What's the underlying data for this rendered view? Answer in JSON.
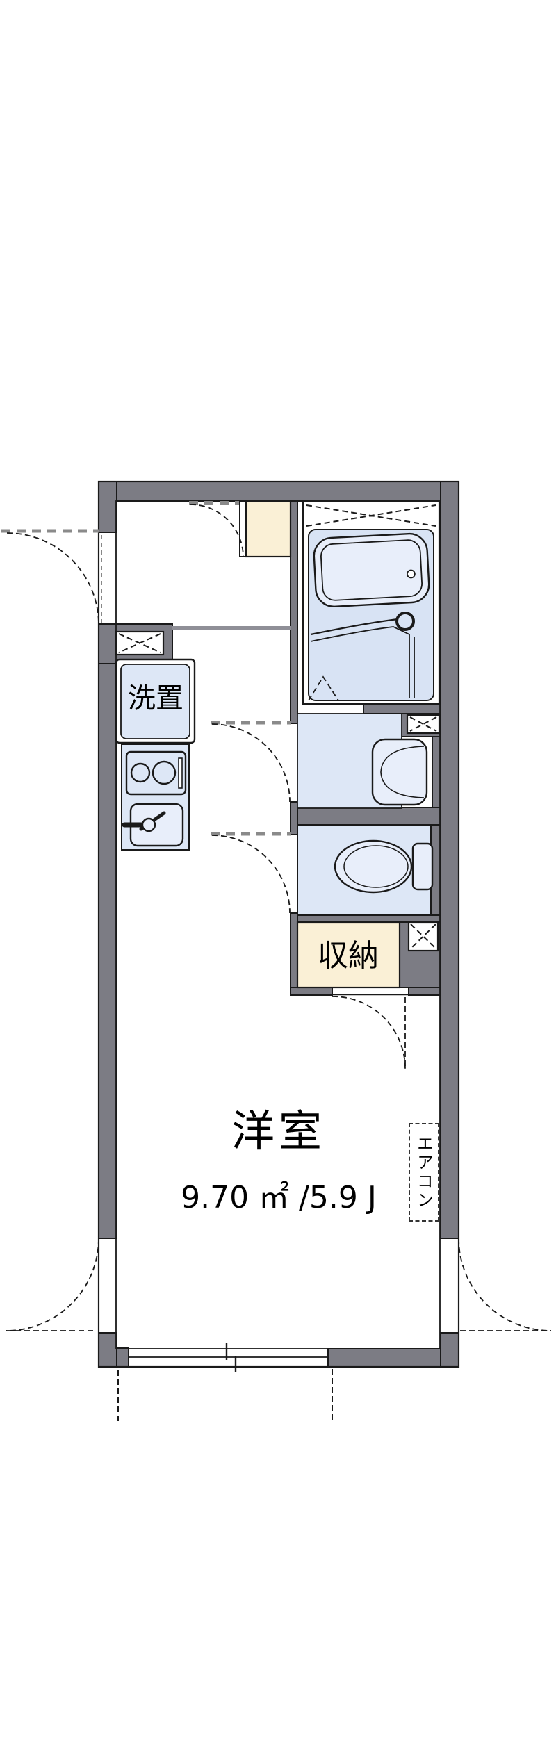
{
  "floorplan": {
    "labels": {
      "laundry": "洗置",
      "storage": "収納",
      "room": "洋室",
      "area": "9.70 ㎡ /5.9 J",
      "aircon": "エアコン"
    },
    "colors": {
      "wall": "#7C7C84",
      "outline": "#1A1A1A",
      "fixture": "#DDE7F6",
      "fixture_light": "#E8EEFA",
      "bath_floor": "#D8E3F4",
      "cabinet": "#FAF0D6",
      "step_line": "#8F8F97",
      "dash_gray": "#8A8A8A"
    }
  }
}
